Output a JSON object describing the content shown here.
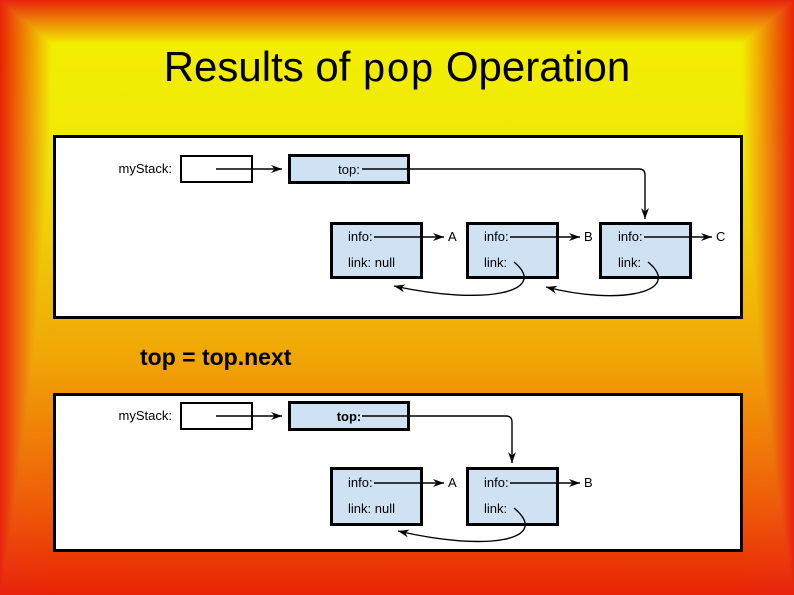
{
  "title": {
    "prefix": "Results of ",
    "code": "pop",
    "suffix": " Operation"
  },
  "code_line": "top = top.next",
  "panel_before": {
    "stack_label": "myStack:",
    "top_label": "top:",
    "nodes": [
      {
        "info_label": "info:",
        "value": "A",
        "link_label": "link: null"
      },
      {
        "info_label": "info:",
        "value": "B",
        "link_label": "link:"
      },
      {
        "info_label": "info:",
        "value": "C",
        "link_label": "link:"
      }
    ]
  },
  "panel_after": {
    "stack_label": "myStack:",
    "top_label": "top:",
    "nodes": [
      {
        "info_label": "info:",
        "value": "A",
        "link_label": "link: null"
      },
      {
        "info_label": "info:",
        "value": "B",
        "link_label": "link:"
      }
    ]
  },
  "colors": {
    "node_fill": "#cfe2f4",
    "diagram_line": "#000000",
    "panel_background": "#ffffff",
    "gradient_yellow": "#f2ee00",
    "gradient_orange": "#f0a52e",
    "gradient_red": "#e8230f",
    "title_text": "#000000"
  }
}
